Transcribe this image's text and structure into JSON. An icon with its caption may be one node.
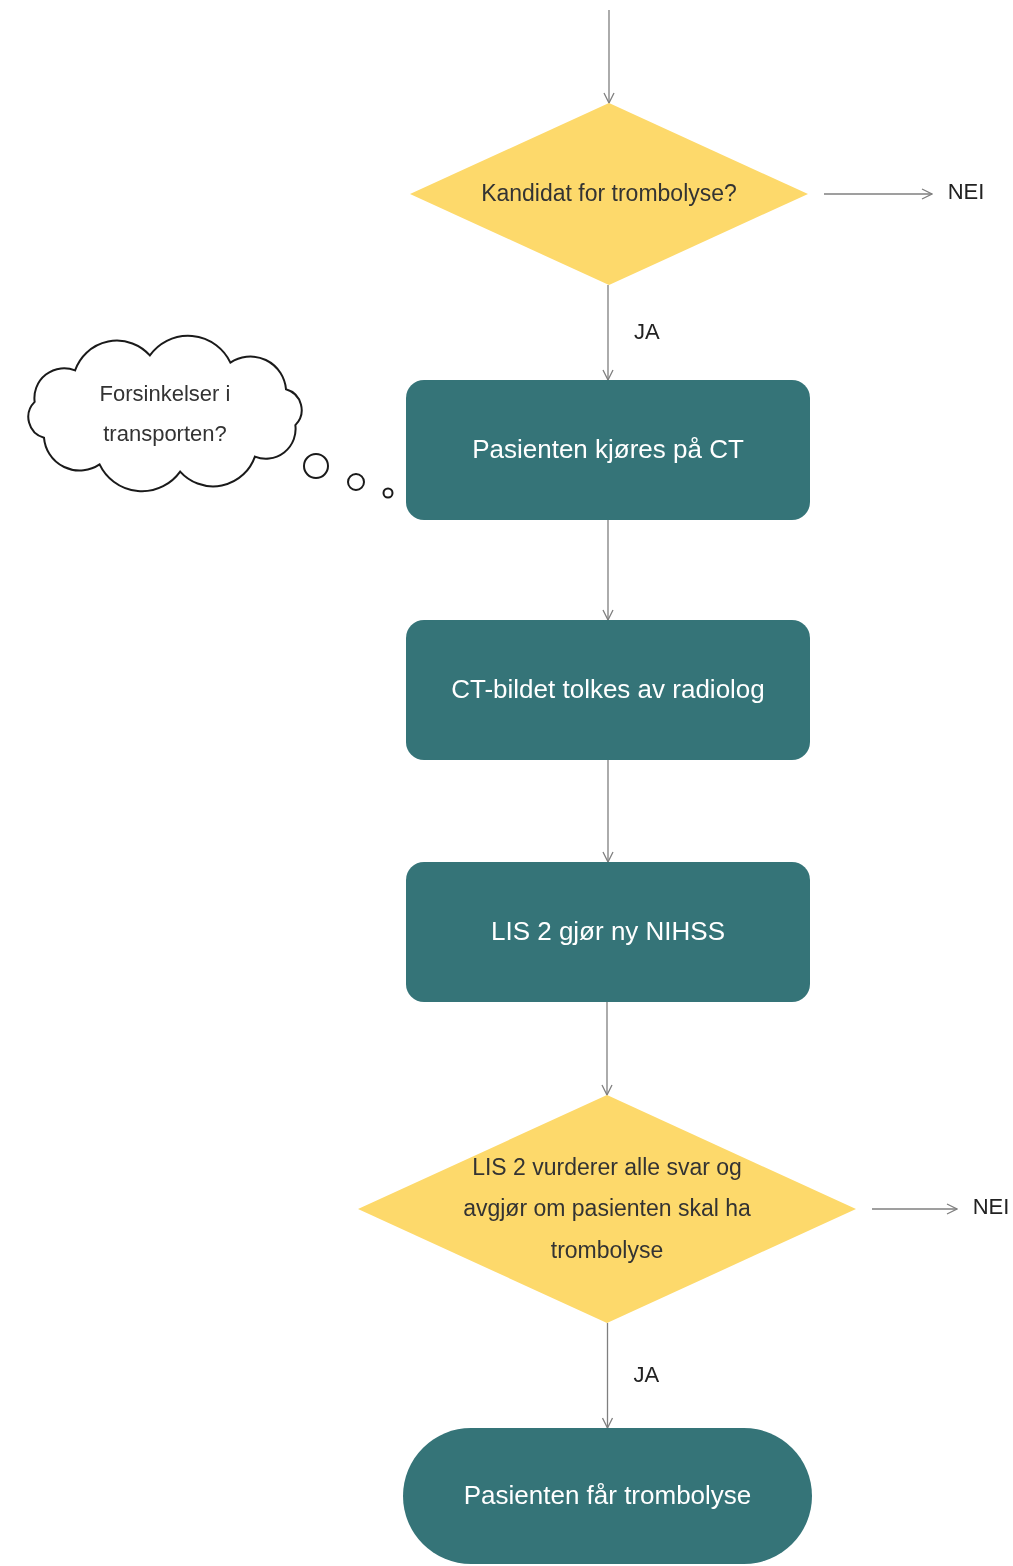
{
  "diagram": {
    "nodes": [
      {
        "text": [
          "Kandidat for trombolyse?"
        ]
      },
      {
        "text": [
          "NEI"
        ]
      },
      {
        "text": [
          "Forsinkelser i transporten?"
        ]
      },
      {
        "text": [
          "Pasienten kjøres på CT"
        ]
      },
      {
        "text": [
          "CT-bildet tolkes av radiolog"
        ]
      },
      {
        "text": [
          "LIS 2 gjør ny NIHSS"
        ]
      },
      {
        "text": [
          "LIS 2 vurderer alle svar og avgjør om pasienten skal ha trombolyse"
        ]
      },
      {
        "text": [
          "NEI"
        ]
      },
      {
        "text": [
          "Pasienten får trombolyse"
        ]
      }
    ],
    "edges": [
      {
        "from": null,
        "to": 0,
        "arrow": "to"
      },
      {
        "from": 0,
        "to": 1,
        "arrow": "to"
      },
      {
        "from": 0,
        "to": 3,
        "arrow": "to",
        "label": "JA"
      },
      {
        "from": 3,
        "to": 4,
        "arrow": "to"
      },
      {
        "from": 4,
        "to": 5,
        "arrow": "to"
      },
      {
        "from": 5,
        "to": 6,
        "arrow": "to"
      },
      {
        "from": 6,
        "to": 7,
        "arrow": "to"
      },
      {
        "from": 6,
        "to": 8,
        "arrow": "to",
        "label": "JA"
      }
    ]
  }
}
